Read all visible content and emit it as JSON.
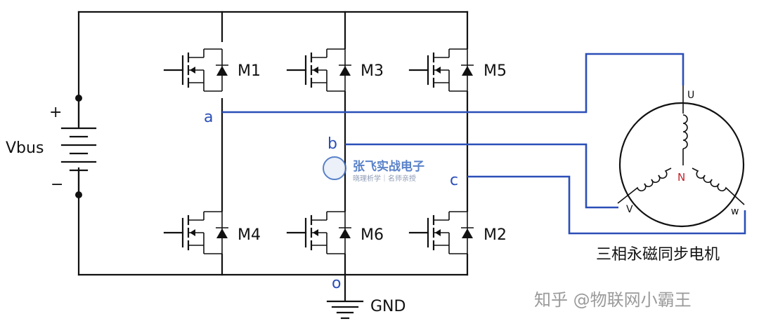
{
  "supply": {
    "label": "Vbus",
    "plus": "+",
    "minus": "−"
  },
  "mosfets": [
    {
      "id": "m1",
      "label": "M1"
    },
    {
      "id": "m3",
      "label": "M3"
    },
    {
      "id": "m5",
      "label": "M5"
    },
    {
      "id": "m4",
      "label": "M4"
    },
    {
      "id": "m6",
      "label": "M6"
    },
    {
      "id": "m2",
      "label": "M2"
    }
  ],
  "nodes": {
    "a": "a",
    "b": "b",
    "c": "c",
    "o": "o"
  },
  "ground": {
    "label": "GND"
  },
  "motor": {
    "phase_u": "U",
    "phase_v": "V",
    "phase_w": "w",
    "neutral": "N",
    "caption": "三相永磁同步电机"
  },
  "watermark": {
    "title": "张飞实战电子",
    "subtitle": "晓理析学｜名师亲授"
  },
  "footer": {
    "credit": "知乎 @物联网小霸王"
  },
  "colors": {
    "wire": "#111111",
    "phase_wire": "#2b4fb8",
    "neutral": "#c0232b"
  },
  "icons": {
    "battery": "battery-symbol",
    "ground": "ground-symbol",
    "mosfet": "nmos-with-body-diode-symbol",
    "winding": "inductor-coil-symbol"
  }
}
